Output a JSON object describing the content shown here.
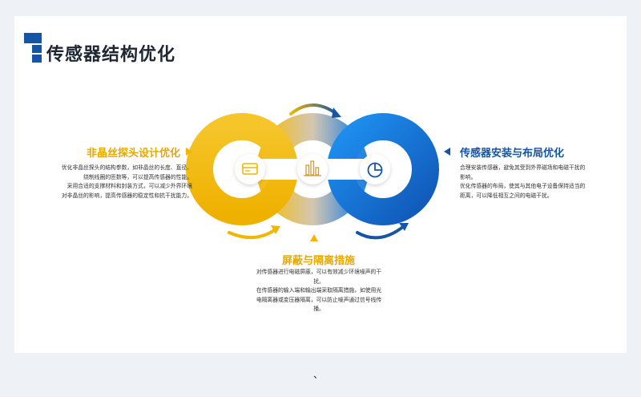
{
  "title": "传感器结构优化",
  "left_block": {
    "heading": "非晶丝探头设计优化",
    "lines": [
      "优化非晶丝探头的结构参数，如非晶丝的长度、直径、",
      "绕制线圈的匝数等，可以提高传感器的性能。",
      "采用合适的支撑材料和封装方式，可以减少外界环境",
      "对非晶丝的影响，提高传感器的稳定性和抗干扰能力。"
    ]
  },
  "right_block": {
    "heading": "传感器安装与布局优化",
    "lines": [
      "合理安装传感器，避免其受到外界磁场和电磁干扰的",
      "影响。",
      "优化传感器的布局，使其与其他电子设备保持适当的",
      "距离，可以降低相互之间的电磁干扰。"
    ]
  },
  "middle_block": {
    "heading": "屏蔽与隔离措施",
    "lines": [
      "对传感器进行电磁屏蔽，可以有效减少环境噪声的干",
      "扰。",
      "在传感器的输入端和输出端采取隔离措施，如使用光",
      "电隔离器或变压器隔离，可以防止噪声通过信号线传",
      "播。"
    ]
  },
  "footnote": "、",
  "colors": {
    "yellow": "#f2b600",
    "blue": "#1677d9",
    "navy": "#1456a5",
    "title": "#1f2733"
  },
  "icons": [
    "card-icon",
    "bar-chart-icon",
    "pie-chart-icon"
  ]
}
